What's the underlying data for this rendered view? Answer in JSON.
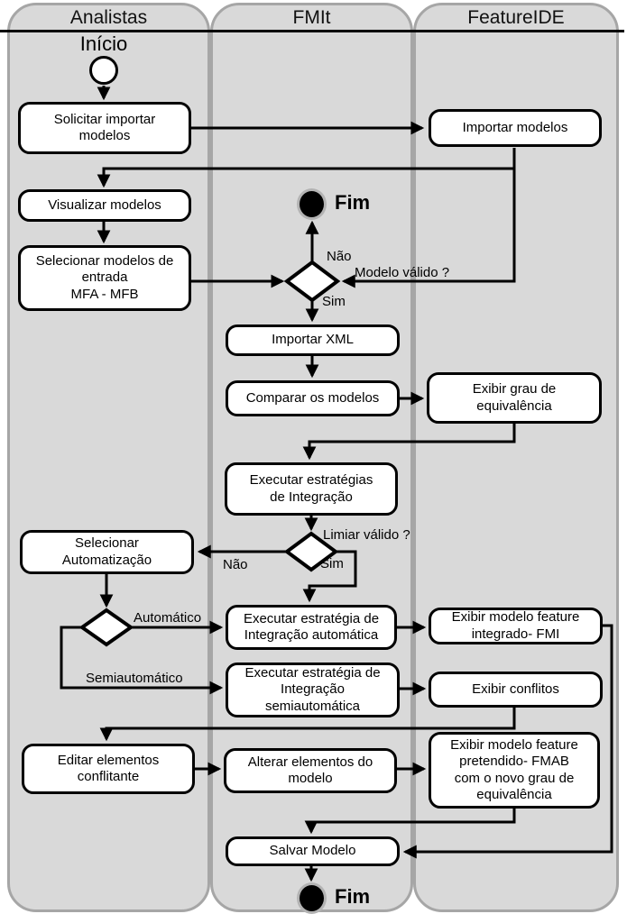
{
  "diagram": {
    "lanes": [
      {
        "label": "Analistas"
      },
      {
        "label": "FMIt"
      },
      {
        "label": "FeatureIDE"
      }
    ],
    "start_label": "Início",
    "end_labels": {
      "top": "Fim",
      "bottom": "Fim"
    },
    "nodes": {
      "solicitar_importar": "Solicitar importar\nmodelos",
      "importar_modelos": "Importar modelos",
      "visualizar": "Visualizar  modelos",
      "selecionar_modelos": "Selecionar modelos de\nentrada\nMFA - MFB",
      "importar_xml": "Importar XML",
      "comparar": "Comparar os modelos",
      "exibir_grau": "Exibir grau de\nequivalência",
      "executar_estrategias": "Executar estratégias\nde Integração",
      "selecionar_automatizacao": "Selecionar\nAutomatização",
      "executar_automatica": "Executar estratégia de\nIntegração automática",
      "exibir_fmi": "Exibir modelo feature\nintegrado- FMI",
      "executar_semiautomatica": "Executar estratégia de\nIntegração\nsemiautomática",
      "exibir_conflitos": "Exibir conflitos",
      "editar": "Editar elementos\nconflitante",
      "alterar": "Alterar elementos do\nmodelo",
      "exibir_fmab": "Exibir modelo feature\npretendido- FMAB\ncom o novo grau de\nequivalência",
      "salvar": "Salvar Modelo"
    },
    "edge_labels": {
      "modelo_valido": "Modelo válido ?",
      "nao_modelo": "Não",
      "sim_modelo": "Sim",
      "limiar_valido": "Limiar válido ?",
      "nao_limiar": "Não",
      "sim_limiar": "Sim",
      "automatico": "Automático",
      "semiautomatico": "Semiautomático"
    },
    "colors": {
      "lane_fill": "#d9d9d9",
      "lane_border": "#a6a6a6",
      "node_fill": "#ffffff",
      "line": "#000000",
      "final_node_ring": "#b3b3b3"
    }
  }
}
